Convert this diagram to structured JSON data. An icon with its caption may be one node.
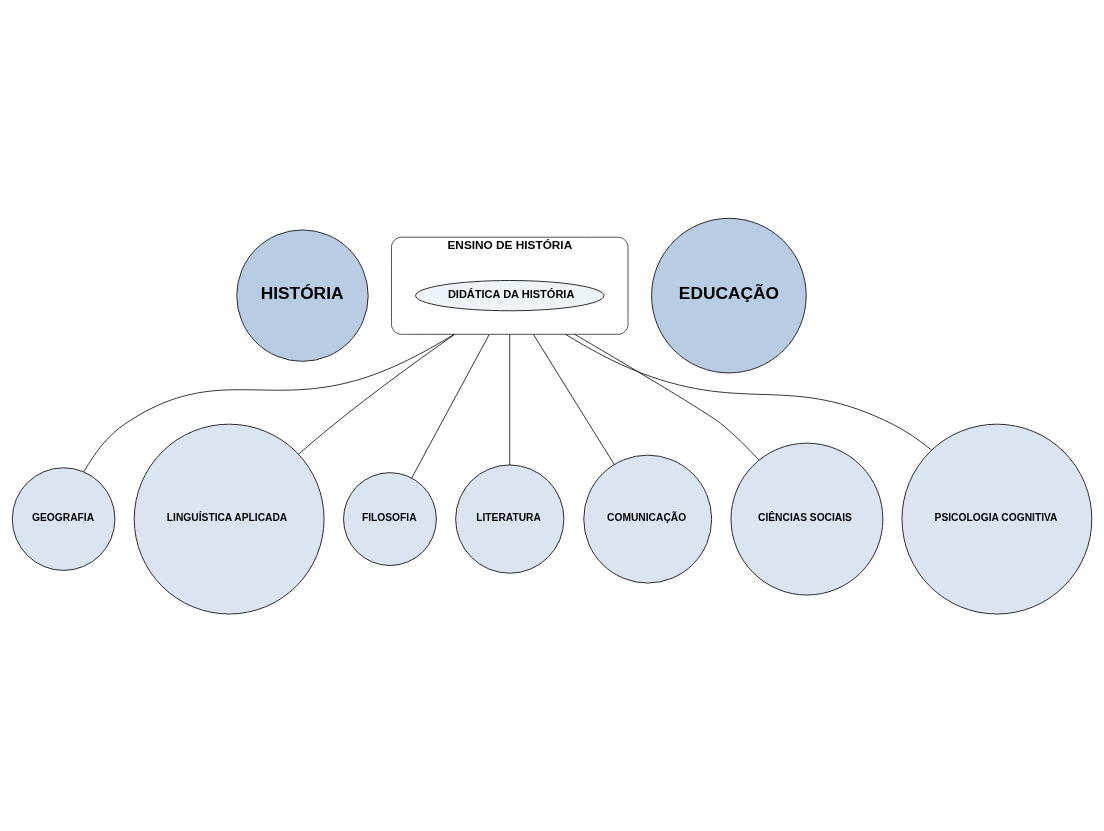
{
  "diagram": {
    "nodes": [
      {
        "text": [
          "HISTÓRIA"
        ]
      },
      {
        "text": [
          "ENSINO DE HISTÓRIA"
        ]
      },
      {
        "text": [
          "DIDÁTICA DA HISTÓRIA"
        ],
        "in": 1
      },
      {
        "text": [
          "EDUCAÇÃO"
        ]
      },
      {
        "text": [
          "GEOGRAFIA"
        ]
      },
      {
        "text": [
          "LINGUÍSTICA APLICADA"
        ]
      },
      {
        "text": [
          "FILOSOFIA"
        ]
      },
      {
        "text": [
          "LITERATURA"
        ]
      },
      {
        "text": [
          "COMUNICAÇÃO"
        ]
      },
      {
        "text": [
          "CIÊNCIAS SOCIAIS"
        ]
      },
      {
        "text": [
          "PSICOLOGIA COGNITIVA"
        ]
      }
    ],
    "edges": [
      {
        "from": 1,
        "to": 4,
        "arrow": "none"
      },
      {
        "from": 1,
        "to": 6,
        "arrow": "none"
      },
      {
        "from": 1,
        "to": 8,
        "arrow": "none"
      },
      {
        "from": 1,
        "to": 9,
        "arrow": "none"
      },
      {
        "from": 1,
        "to": 10,
        "arrow": "none"
      },
      {
        "from": 1,
        "to": 7,
        "arrow": "none"
      },
      {
        "from": 1,
        "to": 5,
        "arrow": "none"
      }
    ]
  }
}
